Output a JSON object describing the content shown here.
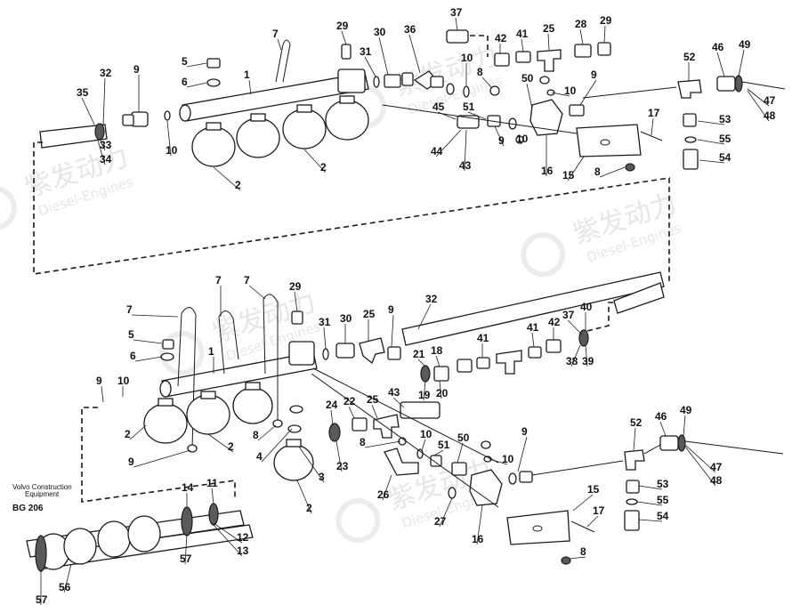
{
  "watermark": {
    "brand": "紫发动力",
    "sub": "Diesel-Engines"
  },
  "caption": {
    "line1": "Volvo Construction",
    "line2": "Equipment",
    "code": "BG 206"
  },
  "callouts": [
    {
      "id": "u37a",
      "text": "37"
    },
    {
      "id": "u29a",
      "text": "29"
    },
    {
      "id": "u7a",
      "text": "7"
    },
    {
      "id": "u30a",
      "text": "30"
    },
    {
      "id": "u36",
      "text": "36"
    },
    {
      "id": "u42a",
      "text": "42"
    },
    {
      "id": "u41a",
      "text": "41"
    },
    {
      "id": "u25a",
      "text": "25"
    },
    {
      "id": "u28",
      "text": "28"
    },
    {
      "id": "u29b",
      "text": "29"
    },
    {
      "id": "u46a",
      "text": "46"
    },
    {
      "id": "u49a",
      "text": "49"
    },
    {
      "id": "u5a",
      "text": "5"
    },
    {
      "id": "u32a",
      "text": "32"
    },
    {
      "id": "u9a",
      "text": "9"
    },
    {
      "id": "u1a",
      "text": "1"
    },
    {
      "id": "u31a",
      "text": "31"
    },
    {
      "id": "u10a",
      "text": "10"
    },
    {
      "id": "u8a",
      "text": "8"
    },
    {
      "id": "u50",
      "text": "50"
    },
    {
      "id": "u9b",
      "text": "9"
    },
    {
      "id": "u52a",
      "text": "52"
    },
    {
      "id": "u6a",
      "text": "6"
    },
    {
      "id": "u35",
      "text": "35"
    },
    {
      "id": "u10b",
      "text": "10"
    },
    {
      "id": "u47a",
      "text": "47"
    },
    {
      "id": "u48a",
      "text": "48"
    },
    {
      "id": "u45",
      "text": "45"
    },
    {
      "id": "u51a",
      "text": "51"
    },
    {
      "id": "u17a",
      "text": "17"
    },
    {
      "id": "u53a",
      "text": "53"
    },
    {
      "id": "u10c",
      "text": "10"
    },
    {
      "id": "u33",
      "text": "33"
    },
    {
      "id": "u34",
      "text": "34"
    },
    {
      "id": "u9c",
      "text": "9"
    },
    {
      "id": "u10d",
      "text": "10"
    },
    {
      "id": "u55a",
      "text": "55"
    },
    {
      "id": "u44",
      "text": "44"
    },
    {
      "id": "u54a",
      "text": "54"
    },
    {
      "id": "u2a",
      "text": "2"
    },
    {
      "id": "u2b",
      "text": "2"
    },
    {
      "id": "u43a",
      "text": "43"
    },
    {
      "id": "u16a",
      "text": "16"
    },
    {
      "id": "u15a",
      "text": "15"
    },
    {
      "id": "u8b",
      "text": "8"
    },
    {
      "id": "l7a",
      "text": "7"
    },
    {
      "id": "l7b",
      "text": "7"
    },
    {
      "id": "l29",
      "text": "29"
    },
    {
      "id": "l32",
      "text": "32"
    },
    {
      "id": "l7c",
      "text": "7"
    },
    {
      "id": "l31",
      "text": "31"
    },
    {
      "id": "l30",
      "text": "30"
    },
    {
      "id": "l9a",
      "text": "9"
    },
    {
      "id": "l25a",
      "text": "25"
    },
    {
      "id": "l37",
      "text": "37"
    },
    {
      "id": "l40",
      "text": "40"
    },
    {
      "id": "l42",
      "text": "42"
    },
    {
      "id": "l41a",
      "text": "41"
    },
    {
      "id": "l41b",
      "text": "41"
    },
    {
      "id": "l5",
      "text": "5"
    },
    {
      "id": "l21",
      "text": "21"
    },
    {
      "id": "l18",
      "text": "18"
    },
    {
      "id": "l38",
      "text": "38"
    },
    {
      "id": "l39",
      "text": "39"
    },
    {
      "id": "l6",
      "text": "6"
    },
    {
      "id": "l1",
      "text": "1"
    },
    {
      "id": "l19",
      "text": "19"
    },
    {
      "id": "l20",
      "text": "20"
    },
    {
      "id": "l9b",
      "text": "9"
    },
    {
      "id": "l10",
      "text": "10"
    },
    {
      "id": "l43",
      "text": "43"
    },
    {
      "id": "l24",
      "text": "24"
    },
    {
      "id": "l22",
      "text": "22"
    },
    {
      "id": "l25b",
      "text": "25"
    },
    {
      "id": "l52",
      "text": "52"
    },
    {
      "id": "l46",
      "text": "46"
    },
    {
      "id": "l49",
      "text": "49"
    },
    {
      "id": "l2a",
      "text": "2"
    },
    {
      "id": "l2b",
      "text": "2"
    },
    {
      "id": "l8a",
      "text": "8"
    },
    {
      "id": "l10b",
      "text": "10"
    },
    {
      "id": "l9c",
      "text": "9"
    },
    {
      "id": "l4",
      "text": "4"
    },
    {
      "id": "l8b",
      "text": "8"
    },
    {
      "id": "l50",
      "text": "50"
    },
    {
      "id": "l51",
      "text": "51"
    },
    {
      "id": "l9d",
      "text": "9"
    },
    {
      "id": "l23",
      "text": "23"
    },
    {
      "id": "l3",
      "text": "3"
    },
    {
      "id": "l10c",
      "text": "10"
    },
    {
      "id": "l47",
      "text": "47"
    },
    {
      "id": "l48",
      "text": "48"
    },
    {
      "id": "l26",
      "text": "26"
    },
    {
      "id": "l53",
      "text": "53"
    },
    {
      "id": "l14",
      "text": "14"
    },
    {
      "id": "l11",
      "text": "11"
    },
    {
      "id": "l15",
      "text": "15"
    },
    {
      "id": "l2c",
      "text": "2"
    },
    {
      "id": "l55",
      "text": "55"
    },
    {
      "id": "l27",
      "text": "27"
    },
    {
      "id": "l17",
      "text": "17"
    },
    {
      "id": "l54",
      "text": "54"
    },
    {
      "id": "l16",
      "text": "16"
    },
    {
      "id": "l12",
      "text": "12"
    },
    {
      "id": "l13",
      "text": "13"
    },
    {
      "id": "l57a",
      "text": "57"
    },
    {
      "id": "l8c",
      "text": "8"
    },
    {
      "id": "l56",
      "text": "56"
    },
    {
      "id": "l57b",
      "text": "57"
    }
  ]
}
